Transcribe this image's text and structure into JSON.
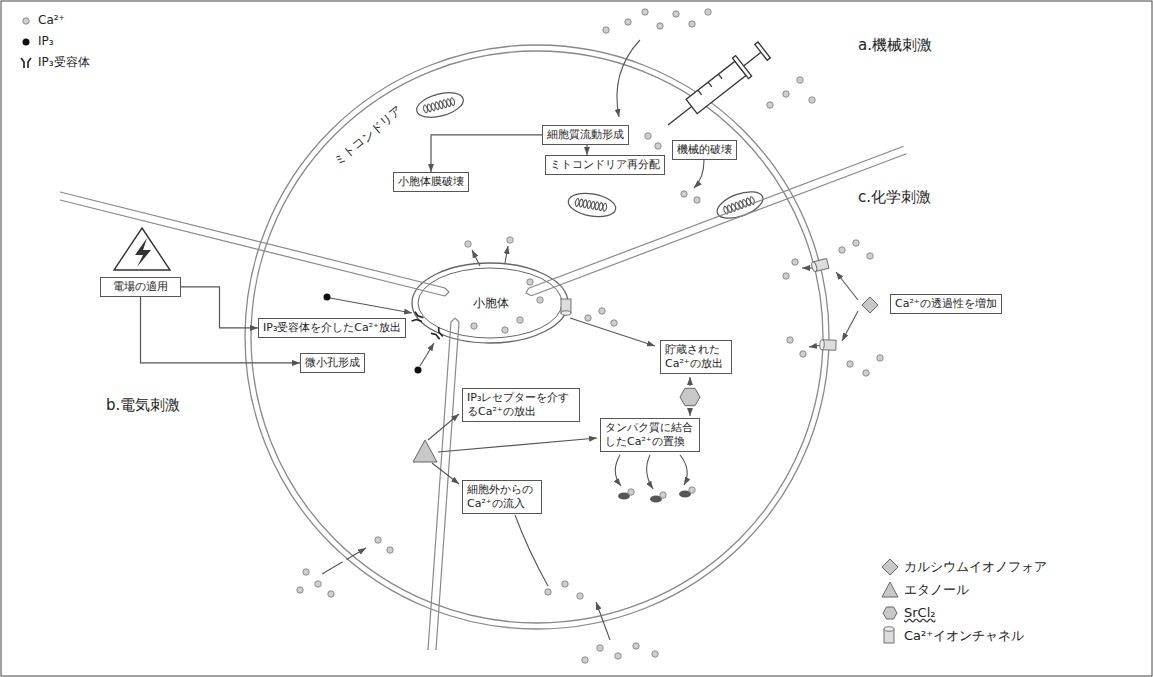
{
  "diagram": {
    "nodes": [
      {
        "text": [
          "機械的破壊"
        ]
      },
      {
        "text": [
          "細胞質流動形成"
        ]
      },
      {
        "text": [
          "ミトコンドリア再分配"
        ]
      },
      {
        "text": [
          "小胞体膜破壊"
        ]
      },
      {
        "text": [
          "電場の適用"
        ]
      },
      {
        "text": [
          "Ca²⁺の透過性を増加"
        ]
      },
      {
        "text": [
          "IP₃受容体を介したCa²⁺放出"
        ]
      },
      {
        "text": [
          "貯蔵されたCa²⁺の放出"
        ]
      },
      {
        "text": [
          "微小孔形成"
        ]
      },
      {
        "text": [
          "IP₃レセプターを介するCa²⁺の放出"
        ]
      },
      {
        "text": [
          "タンパク質に結合したCa²⁺の置換"
        ]
      },
      {
        "text": [
          "細胞外からのCa²⁺の流入"
        ]
      }
    ],
    "edges": [
      {
        "from": 1,
        "to": 3,
        "arrow": "to"
      },
      {
        "from": 1,
        "to": 2,
        "arrow": "to"
      },
      {
        "from": 4,
        "to": 6,
        "arrow": "to"
      },
      {
        "from": 4,
        "to": 8,
        "arrow": "to"
      }
    ],
    "labels": [
      "ミトコンドリア",
      "小胞体",
      "a.機械刺激",
      "b.電気刺激",
      "c.化学刺激"
    ],
    "legend": [
      {
        "text": "Ca²⁺"
      },
      {
        "text": "IP₃"
      },
      {
        "text": "IP₃受容体"
      },
      {
        "text": "カルシウムイオノフォア"
      },
      {
        "text": "エタノール"
      },
      {
        "text": "SrCl₂"
      },
      {
        "text": "Ca²⁺イオンチャネル"
      }
    ]
  }
}
